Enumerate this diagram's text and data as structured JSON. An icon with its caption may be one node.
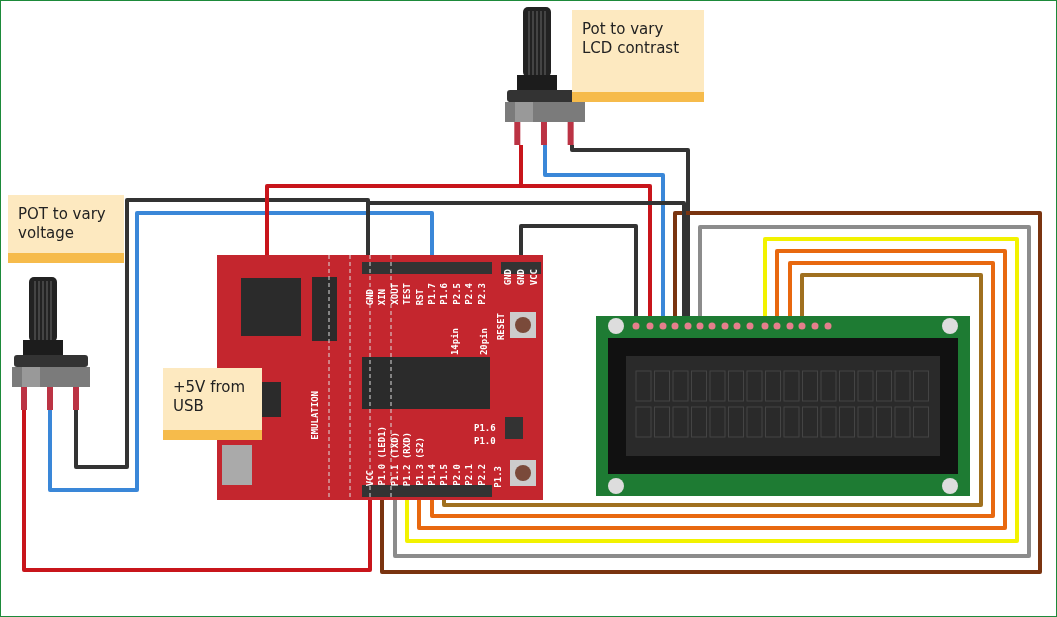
{
  "diagram": {
    "nodes": [
      {
        "text": [
          "Pot to vary LCD contrast"
        ]
      },
      {
        "text": [],
        "shape": "picture"
      },
      {
        "text": [
          "POT to vary voltage"
        ]
      },
      {
        "text": [],
        "shape": "picture"
      },
      {
        "text": [
          "+5V from USB"
        ]
      },
      {
        "text": [
          "EMULATION",
          "GND",
          "XIN",
          "XOUT",
          "TEST",
          "RST",
          "P1.7",
          "P1.6",
          "P2.5",
          "P2.4",
          "P2.3",
          "GND",
          "GND",
          "VCC",
          "RESET",
          "14pin",
          "20pin",
          "P1.6",
          "P1.0",
          "VCC",
          "P1.0 (LED1)",
          "P1.1 (TXD)",
          "P1.2 (RXD)",
          "P1.3 (S2)",
          "P1.4",
          "P1.5",
          "P2.0",
          "P2.1",
          "P2.2",
          "P1.3"
        ]
      },
      {
        "text": [],
        "shape": "picture"
      }
    ],
    "edges": [
      {
        "from": 3,
        "to": 5,
        "arrow": "none",
        "color": "#c8151b"
      },
      {
        "from": 3,
        "to": 5,
        "arrow": "none",
        "color": "#3a87d8"
      },
      {
        "from": 3,
        "to": 5,
        "arrow": "none",
        "color": "#333333"
      },
      {
        "from": 1,
        "to": 5,
        "arrow": "none",
        "color": "#c8151b"
      },
      {
        "from": 1,
        "to": 6,
        "arrow": "none",
        "color": "#c8151b"
      },
      {
        "from": 1,
        "to": 6,
        "arrow": "none",
        "color": "#3a87d8"
      },
      {
        "from": 1,
        "to": 6,
        "arrow": "none",
        "color": "#333333"
      },
      {
        "from": 5,
        "to": 6,
        "arrow": "none",
        "color": "#333333"
      },
      {
        "from": 5,
        "to": 6,
        "arrow": "none",
        "color": "#7a3410"
      },
      {
        "from": 5,
        "to": 6,
        "arrow": "none",
        "color": "#8c8c8c"
      },
      {
        "from": 5,
        "to": 6,
        "arrow": "none",
        "color": "#f2f200"
      },
      {
        "from": 5,
        "to": 6,
        "arrow": "none",
        "color": "#e8680f"
      },
      {
        "from": 5,
        "to": 6,
        "arrow": "none",
        "color": "#e8680f"
      },
      {
        "from": 5,
        "to": 6,
        "arrow": "none",
        "color": "#a0701f"
      },
      {
        "from": 5,
        "to": 6,
        "arrow": "none",
        "color": "#333333"
      }
    ]
  }
}
